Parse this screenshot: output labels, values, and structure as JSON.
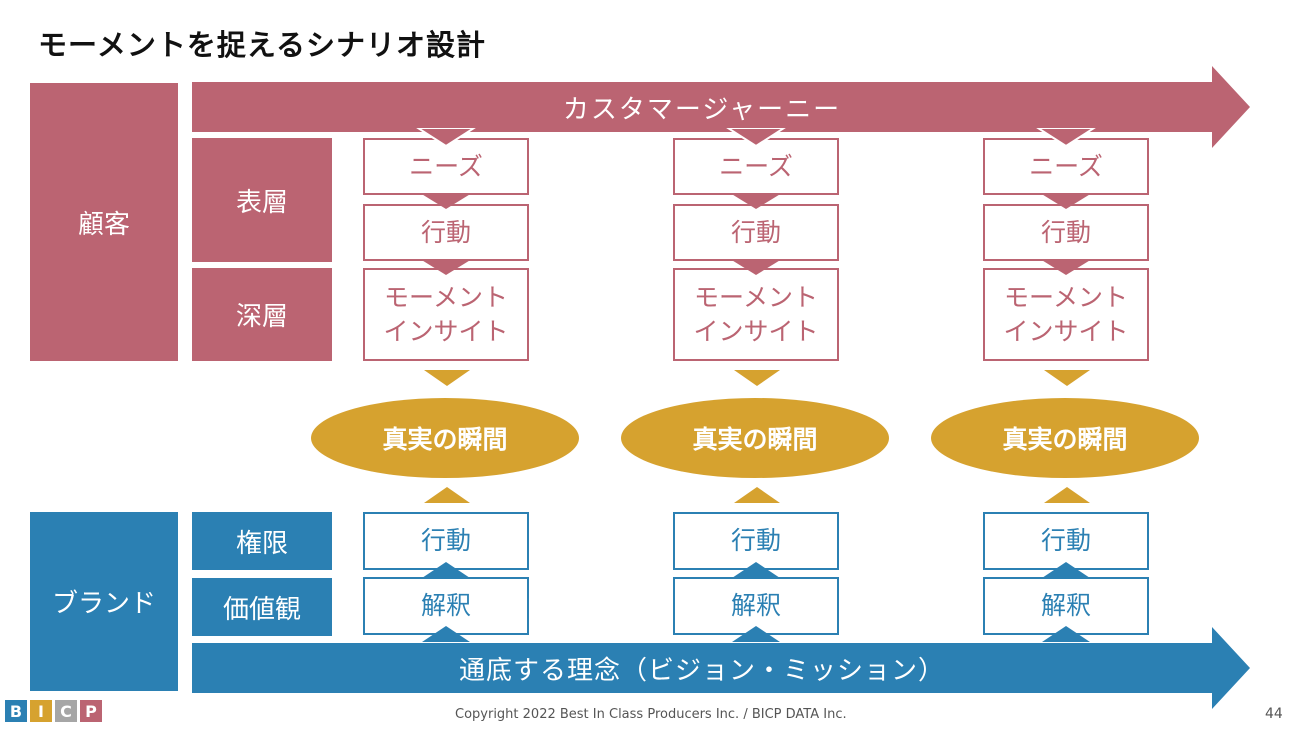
{
  "title": "モーメントを捉えるシナリオ設計",
  "colors": {
    "customer": "#bb6472",
    "brand": "#2b80b3",
    "moment": "#d6a22f"
  },
  "customer": {
    "label": "顧客",
    "journey_arrow": "カスタマージャーニー",
    "layers": [
      {
        "label": "表層"
      },
      {
        "label": "深層"
      }
    ]
  },
  "moment_label": "真実の瞬間",
  "columns": [
    {
      "customer_steps": [
        "ニーズ",
        "行動",
        "モーメント\nインサイト"
      ],
      "moment": "真実の瞬間",
      "brand_steps": [
        "行動",
        "解釈"
      ]
    },
    {
      "customer_steps": [
        "ニーズ",
        "行動",
        "モーメント\nインサイト"
      ],
      "moment": "真実の瞬間",
      "brand_steps": [
        "行動",
        "解釈"
      ]
    },
    {
      "customer_steps": [
        "ニーズ",
        "行動",
        "モーメント\nインサイト"
      ],
      "moment": "真実の瞬間",
      "brand_steps": [
        "行動",
        "解釈"
      ]
    }
  ],
  "brand": {
    "label": "ブランド",
    "layers": [
      {
        "label": "権限"
      },
      {
        "label": "価値観"
      }
    ],
    "philosophy_arrow": "通底する理念（ビジョン・ミッション）"
  },
  "footer": {
    "copyright": "Copyright 2022 Best In Class Producers Inc. / BICP DATA Inc.",
    "page_number": "44",
    "logo_letters": [
      {
        "char": "B",
        "color": "#2b80b3"
      },
      {
        "char": "I",
        "color": "#d6a22f"
      },
      {
        "char": "C",
        "color": "#a6a6a6"
      },
      {
        "char": "P",
        "color": "#bb6472"
      }
    ]
  }
}
